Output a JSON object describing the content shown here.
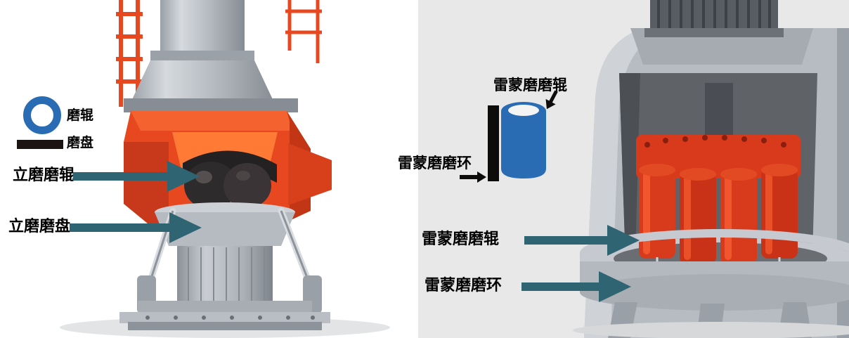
{
  "colors": {
    "arrow_teal": "#2f6472",
    "legend_blue": "#2a6cb4",
    "legend_black": "#1c1412",
    "machine_orange": "#e8481f",
    "machine_red": "#d93a1c",
    "right_background": "#e8e8e8"
  },
  "left_section": {
    "legend": {
      "roller_label": "磨辊",
      "disc_label": "磨盘"
    },
    "callout_roller": "立磨磨辊",
    "callout_disc": "立磨磨盘"
  },
  "right_section": {
    "legend": {
      "roller_label": "雷蒙磨磨辊",
      "ring_label": "雷蒙磨磨环"
    },
    "callout_roller": "雷蒙磨磨辊",
    "callout_ring": "雷蒙磨磨环"
  }
}
